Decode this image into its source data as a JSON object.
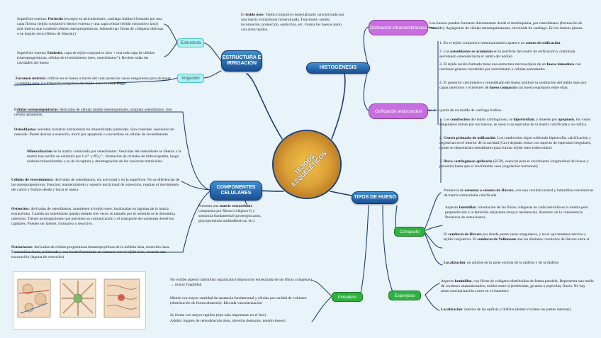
{
  "center": {
    "title": "TEJIDOS ESQUELÉTICOS"
  },
  "estructura": {
    "hub": "ESTRUCTURA E IRRIGACIÓN",
    "estructura_label": "Estructura",
    "irrigacion_label": "Irrigación",
    "periostio": {
      "term": "Periostio",
      "pre": "Superficie externa: ",
      "post": " (excepto en articulaciones, cartílago hialino) formado por una capa fibrosa (tejido conjuntivo denso) externa y una capa celular (tejido conjuntivo laxo) más interna que contiene células osteoprogenitoras. Además hay fibras de colágeno oblicuas o en ángulo recto (fibras de Sharpey)"
    },
    "endostio": {
      "term": "Endostio",
      "pre": "Superficie interna: ",
      "post": ", capa de tejido conjuntivo laxo + una sola capa de células (osteoprogenitoras, células de revestimiento óseo, osteoblastos*). Reviste todas las cavidades del hueso"
    },
    "foramen": {
      "term": "Foramen nutricio",
      "post": ": orificio en el hueso a través del cual pasan los vasos sanguíneos para alcanzar la médula ósea. La irrigación sanguínea del tejido óseo es ",
      "term2": "centrífuga",
      "end": "."
    }
  },
  "definicion": {
    "term": "tejido óseo",
    "pre": "El ",
    "post": ": Tejido conjuntivo especializado caracterizado por una matriz extracelular mineralizada. Funciones: sostén, locomoción, protección, endocrina, etc. Forma los huesos junto con otros tejidos."
  },
  "histogenesis": {
    "hub": "HISTOGÉNESIS",
    "intramembranosa_label": "Osificación intramembranosa",
    "endocondral_label": "Osificación endocondral",
    "intra_intro": "Los huesos pueden formarse directamente desde el mesénquima, por osteoblastos (formación de osteoide). Agregación de células mesenquimatosas, sin molde de cartílago. En los huesos planos.",
    "intra_steps": [
      {
        "pre": "1. En el tejido conjuntivo mesenquimático aparece un ",
        "term": "centro de osificación",
        "post": "."
      },
      {
        "pre": "2. Los ",
        "term": "osteoblastos se acumulan",
        "post": " en la periferia del centro de osificación y continúan secretando osteoide hacia el centro del nódulo"
      },
      {
        "pre": "3. El tejido recién formado tiene una estructura microscópica de un ",
        "term": "hueso inmaduro",
        "post": " con cordones gruesos revestidos por osteoblastos y células endosteales"
      },
      {
        "pre": "4. El posterior crecimiento y remodelado del hueso produce la sustitución del tejido óseo por capas interiores y exteriores de ",
        "term": "hueso compacto",
        "post": " con hueso esponjoso entre ellas."
      }
    ],
    "endo_intro": "Se da a partir de un molde de cartílago hialino.",
    "endo_steps": [
      {
        "pre": "1. Los ",
        "term": "condrocitos",
        "post": " del tejido cartilaginoso, se ",
        "term2": "hipertrofian",
        "post2": ", y mueren por ",
        "term3": "apoptosis",
        "post3": ", los vasos sanguíneos entran por los huecos, se unen a las espículas de la matriz calcificada y se osifica."
      },
      {
        "pre": "2. ",
        "term": "Centro primario de osificación",
        "post": ": Los condrocitos sigen sufriendo hipertrofia, calcificación y degeneran en el interior de la cavidad (Cav) dejando restos con aspecto de espículas irregulares, donde se depositarán osteoblastos para formar tejido óseo endocondral."
      },
      {
        "pre": "3. ",
        "term": "Disco cartilaginoso epifisario",
        "post": " (EGP), esencial para el crecimiento longitudinal del hueso y persistirá hasta que el crecimiento cese (regulación hormonal)"
      }
    ]
  },
  "componentes": {
    "hub": "COMPONENTES CELULARES",
    "matriz": {
      "pre": "Presenta una ",
      "term": "matriz extracelular",
      "post": " compuesta por fibras (colágeno I) y sustancia fundamental (proteoglucanos, glucoproteínas multiadhesivas, etc)."
    },
    "items": [
      {
        "term": "Células osteoprogenitoras",
        "post": ": derivadas de células madre mesenquimales, originan osteoblastos. Son células aplanadas."
      },
      {
        "term": "Osteoblastos",
        "post": ": secretan la matriz extracelular no mineralizada (osteoide). Son cuboides. Secreción de osteoide. Puede derivar a osteocito, morir por apoptosis o convertirse en células de revestimiento"
      },
      {
        "term": "Mineralización",
        "post": " de la matriz controlada por osteoblastos: Vesículas del osteoblasto se liberan a la matriz tras recibir un estímulo por Ca²⁺ y PO₄³⁻, formación de cristales de hidroxiapatita, luego nódulos mineralizados y se da la ruptura y desintegración de las vesículas matriciales"
      },
      {
        "term": "Células de revestimiento",
        "post": ": derivadas de osteoblastos, sin actividad y en la superficie. No se diferencias de las osteoprogenitoras. Función: mantenimiento y soporte nutricional de osteocitos, regulan el movimiento del calcio y fosfato desde y hacia el hueso."
      },
      {
        "term": "Osteocitos",
        "post": ": derivadas de osteoblastos, mantienen el tejido óseo, localizadas en lagunas de la matriz extracelular. Cuando un osteoblasto queda rodeado tres veces su tamaño por el osteoide se le denomina osteocito. Tienen prolongaciones que permiten su comunicación y el transporte de nutrientes desde los capilares. Pueden ser latente, formativo o resortivo."
      },
      {
        "term": "Osteoclastos",
        "post": ": derivadas de células progenitoras hematopoyéticas de la médula ósea, resorción ósea. Extrauniinucleada, polarizada y con borde festoneado en contacto con el tejido óseo, creando una excavación (laguna de resorción)"
      }
    ]
  },
  "tipos": {
    "hub": "TIPOS DE HUESO",
    "compacto_label": "Compacto",
    "esponjoso_label": "Esponjoso",
    "inmaduro_label": "Inmaduro",
    "compacto": [
      {
        "pre": "Presencia de ",
        "term": "osteonas o sistema de Havers",
        "post": ", con una cavidad central y laminillas concéntricas de matriz extracelular calcificada."
      },
      {
        "pre": "Aspecto ",
        "term": "laminillar",
        "post": ": orientación de las fibras colágenas en cada laminilla es la misma pero perpendicular a la laminilla adyacente (mayor resistencia). Aumento de la consistencia. Presencia de osteoclastos."
      },
      {
        "pre": "El ",
        "term": "conducto de Havers",
        "post": " por donde pasan vasos sanguíneos, y en el que tenemos nervios y tejido conjuntivo. El ",
        "term2": "conducto de Volkmann",
        "post2": " une los distintos conductos de Havers entre sí."
      },
      {
        "pre": "",
        "term": "Localización",
        "post": ": en adultos en la parte externa de la epífisis y de la diáfisis"
      }
    ],
    "esponjoso": [
      {
        "pre": "Aspecto ",
        "term": "laminillar",
        "post": ", con fibras de colágeno distribuidas de forma paralela. Representa una malla de cordones anastomosados, unidos entre sí (trabéculas, gruesas o espículas, finas). No hay tanta vascularización como en el inmaduro"
      },
      {
        "pre": "",
        "term": "Localización",
        "post": ": interior de las epífisis y diáfisis (dentro revisten las partes internas)."
      }
    ],
    "inmaduro": [
      "No exhibe aspecto laminillar organizado (disposición entrelazada de las fibras colágenas) → mayor fragilidad",
      "Matriz con mayor cantidad de sustancia fundamental y células por unidad de volumen (distribución de forma aleatoria). Elevada vascularización",
      "Se forma con mayor rapidez (tipo más importante en el feto)",
      "Adulto: lugares de remodelación ósea, alveolos dentarios, tendón-hueso)"
    ]
  },
  "colors": {
    "hub": "#1f5fa8",
    "link": "#1d3c6e",
    "teal": "#4cc3c8",
    "green": "#2fb13e",
    "magenta": "#c86fe0"
  }
}
